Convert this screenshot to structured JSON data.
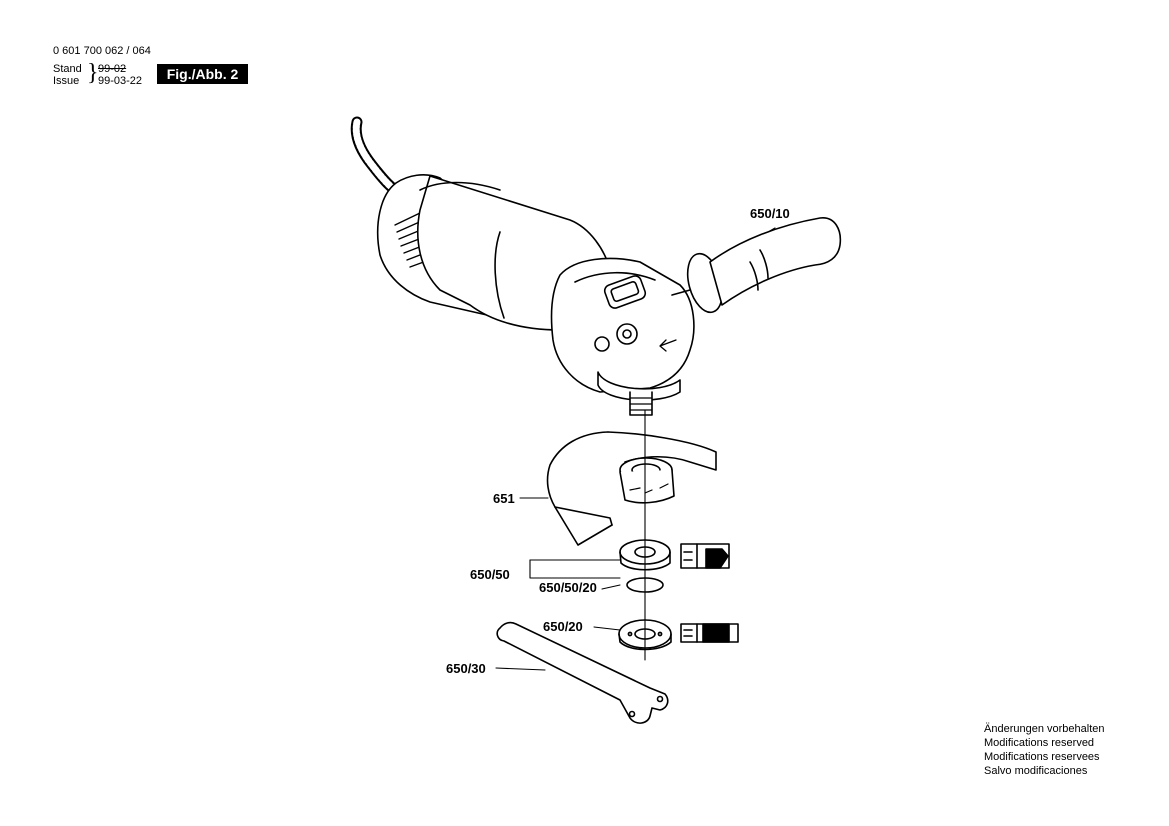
{
  "header": {
    "doc_number": "0 601 700 062 / 064",
    "stand_label": "Stand",
    "issue_label": "Issue",
    "stand_value": "99-02",
    "issue_value": "99-03-22",
    "figure_label": "Fig./Abb. 2"
  },
  "callouts": {
    "handle": "650/10",
    "guard": "651",
    "flange": "650/50",
    "o_ring": "650/50/20",
    "clamp_nut": "650/20",
    "spanner": "650/30"
  },
  "notes": [
    "Änderungen vorbehalten",
    "Modifications reserved",
    "Modifications reservees",
    "Salvo modificaciones"
  ]
}
